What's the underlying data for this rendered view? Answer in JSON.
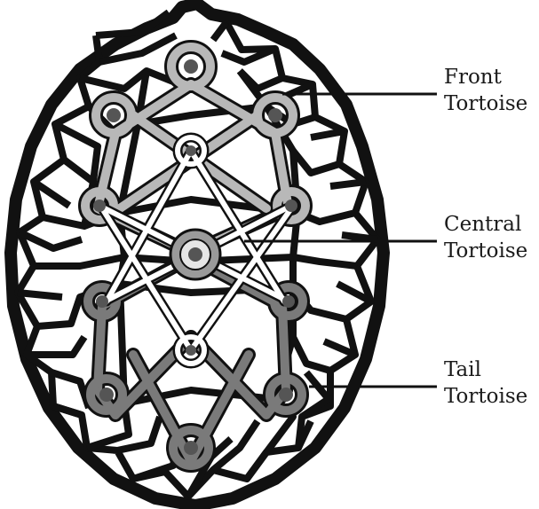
{
  "labels": {
    "front": {
      "line1": "Front",
      "line2": "Tortoise"
    },
    "central": {
      "line1": "Central",
      "line2": "Tortoise"
    },
    "tail": {
      "line1": "Tail",
      "line2": "Tortoise"
    }
  },
  "colors": {
    "outline": "#111111",
    "background": "#ffffff",
    "front_strand": "#b8b8b8",
    "central_strand": "#ffffff",
    "tail_strand": "#7a7a7a",
    "node": "#555555"
  }
}
